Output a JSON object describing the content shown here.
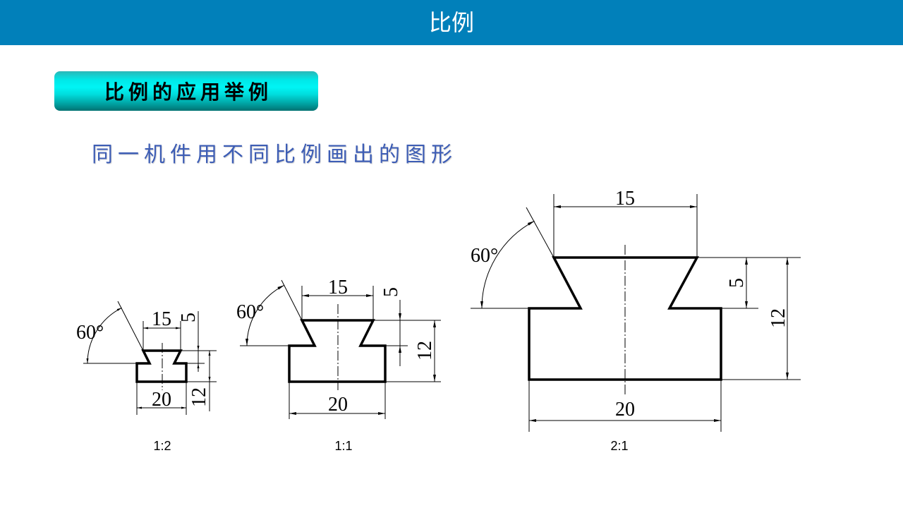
{
  "header": {
    "title": "比例"
  },
  "section": {
    "label": "比例的应用举例"
  },
  "subtitle": "同一机件用不同比例画出的图形",
  "drawings": [
    {
      "scale": "1:2",
      "dims": {
        "top_width": "15",
        "dovetail_depth": "5",
        "height": "12",
        "width": "20",
        "angle": "60°"
      }
    },
    {
      "scale": "1:1",
      "dims": {
        "top_width": "15",
        "dovetail_depth": "5",
        "height": "12",
        "width": "20",
        "angle": "60°"
      }
    },
    {
      "scale": "2:1",
      "dims": {
        "top_width": "15",
        "dovetail_depth": "5",
        "height": "12",
        "width": "20",
        "angle": "60°"
      }
    }
  ],
  "colors": {
    "header_bg": "#0180BA",
    "header_text": "#FFFFFF",
    "section_cyan": "#00F4F4",
    "section_teal": "#007272",
    "subtitle_text": "#3D5DB5",
    "drawing_line": "#000000"
  }
}
